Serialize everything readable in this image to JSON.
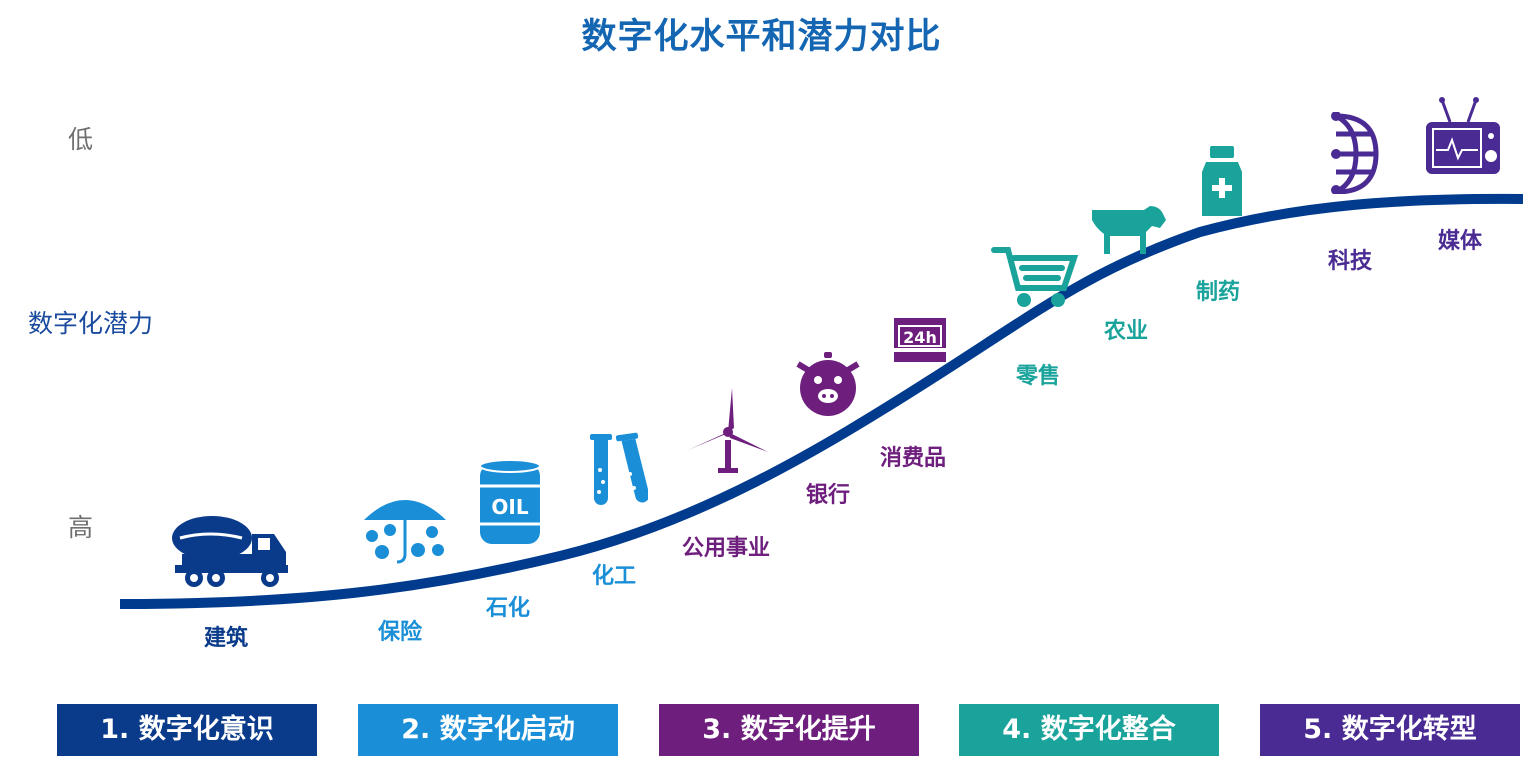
{
  "title": "数字化水平和潜力对比",
  "axis": {
    "low": "低",
    "high": "高",
    "label": "数字化潜力"
  },
  "colors": {
    "curve": "#003b8e",
    "stage1": "#0a3a8a",
    "stage2": "#1a8fd8",
    "stage3": "#6e1f7d",
    "stage4": "#1aa39b",
    "stage5": "#4a2a93"
  },
  "sectors": [
    {
      "label": "建筑",
      "icon": "concrete-mixer-truck-icon",
      "color": "#0a3a8a"
    },
    {
      "label": "保险",
      "icon": "umbrella-coins-icon",
      "color": "#1a8fd8"
    },
    {
      "label": "石化",
      "icon": "oil-barrel-icon",
      "color": "#1a8fd8"
    },
    {
      "label": "化工",
      "icon": "test-tubes-icon",
      "color": "#1a8fd8"
    },
    {
      "label": "公用事业",
      "icon": "wind-turbine-icon",
      "color": "#6e1f7d"
    },
    {
      "label": "银行",
      "icon": "piggy-bank-icon",
      "color": "#6e1f7d"
    },
    {
      "label": "消费品",
      "icon": "store-24h-icon",
      "color": "#6e1f7d"
    },
    {
      "label": "零售",
      "icon": "shopping-cart-icon",
      "color": "#1aa39b"
    },
    {
      "label": "农业",
      "icon": "cow-icon",
      "color": "#1aa39b"
    },
    {
      "label": "制药",
      "icon": "medicine-bottle-icon",
      "color": "#1aa39b"
    },
    {
      "label": "科技",
      "icon": "globe-network-icon",
      "color": "#4a2a93"
    },
    {
      "label": "媒体",
      "icon": "television-icon",
      "color": "#4a2a93"
    }
  ],
  "stages": [
    {
      "label": "1. 数字化意识"
    },
    {
      "label": "2. 数字化启动"
    },
    {
      "label": "3. 数字化提升"
    },
    {
      "label": "4. 数字化整合"
    },
    {
      "label": "5. 数字化转型"
    }
  ]
}
